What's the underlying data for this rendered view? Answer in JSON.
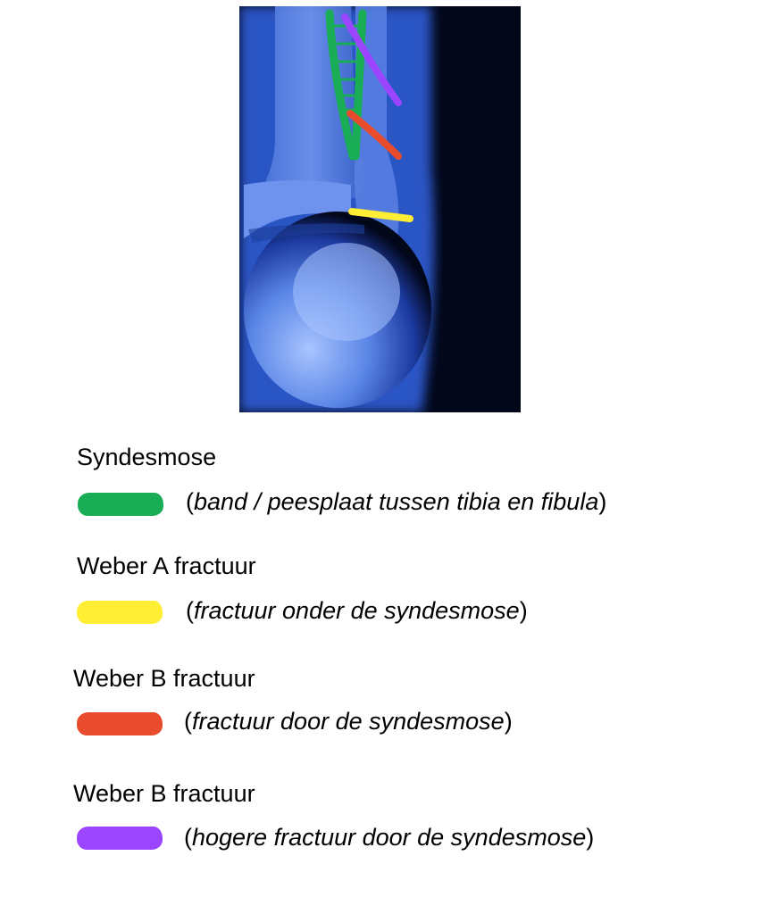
{
  "figure": {
    "image_alt": "Ankle X-ray, anteroposterior view, with colored annotations",
    "annotations": [
      {
        "id": "syndesmose",
        "color": "#19ad55",
        "shape": "ladder"
      },
      {
        "id": "weber_a",
        "color": "#ffee33",
        "shape": "line"
      },
      {
        "id": "weber_b_low",
        "color": "#e84c2c",
        "shape": "line"
      },
      {
        "id": "weber_b_high",
        "color": "#9b45ff",
        "shape": "line"
      }
    ]
  },
  "legend": {
    "items": [
      {
        "title": "Syndesmose",
        "open": "(",
        "desc": "band / peesplaat tussen tibia en fibula",
        "close": ")",
        "color": "#19ad55"
      },
      {
        "title": "Weber A fractuur",
        "open": "(",
        "desc": "fractuur onder de syndesmose",
        "close": ")",
        "color": "#ffee33"
      },
      {
        "title": "Weber B fractuur",
        "open": "(",
        "desc": "fractuur door de syndesmose",
        "close": ")",
        "color": "#e84c2c"
      },
      {
        "title": "Weber B fractuur",
        "open": "(",
        "desc": "hogere fractuur door de syndesmose",
        "close": ")",
        "color": "#9b45ff"
      }
    ]
  }
}
